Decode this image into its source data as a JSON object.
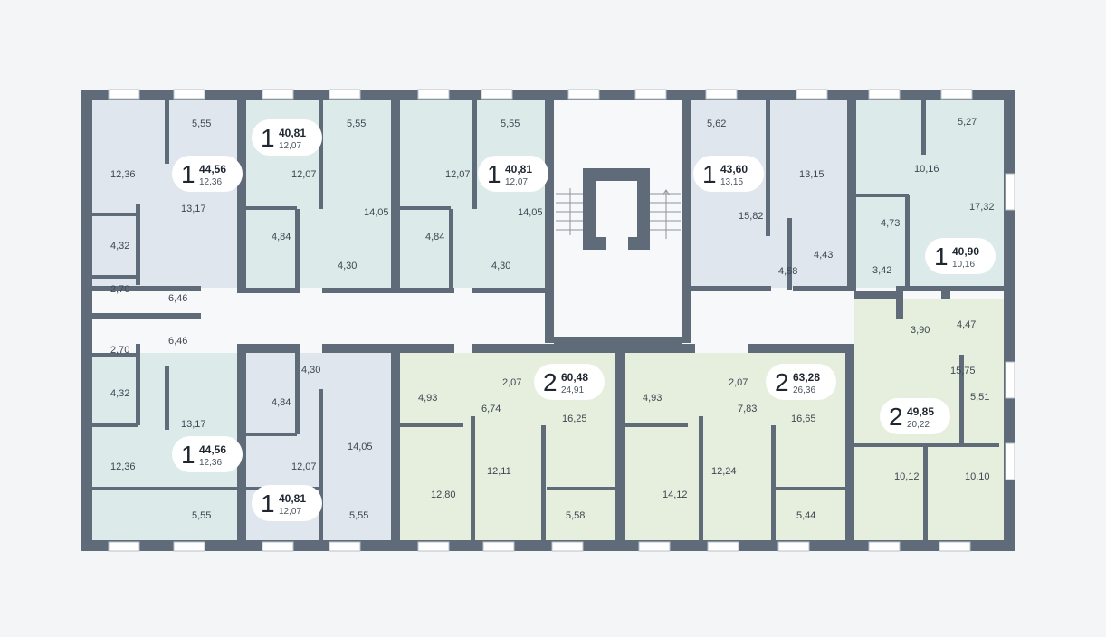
{
  "colors": {
    "wall": "#5f6b78",
    "blue": "#dfe6ee",
    "teal": "#ddeaea",
    "green": "#e6efde",
    "corridor": "#f7f8fa",
    "window": "#ffffff",
    "label": "#3d4752"
  },
  "apartments": [
    {
      "id": "a1",
      "rooms": "1",
      "total": "44,56",
      "living": "12,36",
      "color": "blue"
    },
    {
      "id": "a2",
      "rooms": "1",
      "total": "40,81",
      "living": "12,07",
      "color": "teal"
    },
    {
      "id": "a3",
      "rooms": "1",
      "total": "40,81",
      "living": "12,07",
      "color": "teal"
    },
    {
      "id": "a4",
      "rooms": "1",
      "total": "43,60",
      "living": "13,15",
      "color": "blue"
    },
    {
      "id": "a5",
      "rooms": "1",
      "total": "40,90",
      "living": "10,16",
      "color": "teal"
    },
    {
      "id": "a6",
      "rooms": "1",
      "total": "44,56",
      "living": "12,36",
      "color": "teal"
    },
    {
      "id": "a7",
      "rooms": "1",
      "total": "40,81",
      "living": "12,07",
      "color": "blue"
    },
    {
      "id": "a8",
      "rooms": "2",
      "total": "60,48",
      "living": "24,91",
      "color": "green"
    },
    {
      "id": "a9",
      "rooms": "2",
      "total": "63,28",
      "living": "26,36",
      "color": "green"
    },
    {
      "id": "a10",
      "rooms": "2",
      "total": "49,85",
      "living": "20,22",
      "color": "green"
    }
  ],
  "room_labels": [
    "12,36",
    "5,55",
    "13,17",
    "4,32",
    "2,70",
    "6,46",
    "5,55",
    "12,07",
    "14,05",
    "4,84",
    "4,30",
    "5,55",
    "12,07",
    "14,05",
    "4,84",
    "4,30",
    "5,62",
    "13,15",
    "15,82",
    "4,43",
    "4,58",
    "5,27",
    "10,16",
    "17,32",
    "4,73",
    "3,42",
    "2,70",
    "6,46",
    "4,32",
    "13,17",
    "12,36",
    "5,55",
    "4,30",
    "4,84",
    "14,05",
    "12,07",
    "5,55",
    "4,93",
    "2,07",
    "6,74",
    "16,25",
    "12,11",
    "12,80",
    "5,58",
    "4,93",
    "2,07",
    "7,83",
    "16,65",
    "12,24",
    "14,12",
    "5,44",
    "3,90",
    "4,47",
    "15,75",
    "5,51",
    "10,12",
    "10,10"
  ]
}
